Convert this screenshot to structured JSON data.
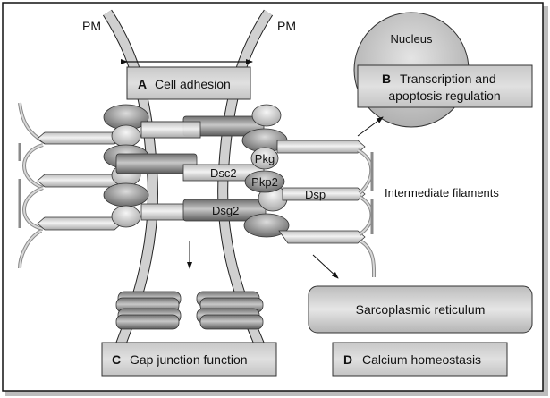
{
  "figure": {
    "membrane_labels": {
      "left": "PM",
      "right": "PM"
    },
    "boxes": {
      "a": {
        "letter": "A",
        "text": "Cell adhesion"
      },
      "b": {
        "letter": "B",
        "line1": "Transcription and",
        "line2": "apoptosis regulation"
      },
      "c": {
        "letter": "C",
        "text": "Gap junction function"
      },
      "d": {
        "letter": "D",
        "text": "Calcium homeostasis"
      }
    },
    "organelles": {
      "nucleus": "Nucleus",
      "sarcoplasmic_reticulum": "Sarcoplasmic reticulum"
    },
    "proteins": {
      "pkg": "Pkg",
      "dsc2": "Dsc2",
      "pkp2": "Pkp2",
      "dsp": "Dsp",
      "dsg2": "Dsg2"
    },
    "annotations": {
      "intermediate_filaments": "Intermediate filaments"
    },
    "colors": {
      "box_fill": "#d4d4d4",
      "light_gray": "#e2e2e2",
      "mid_gray": "#b8b8b8",
      "dark_gray": "#8a8a8a",
      "stroke": "#222222"
    }
  }
}
